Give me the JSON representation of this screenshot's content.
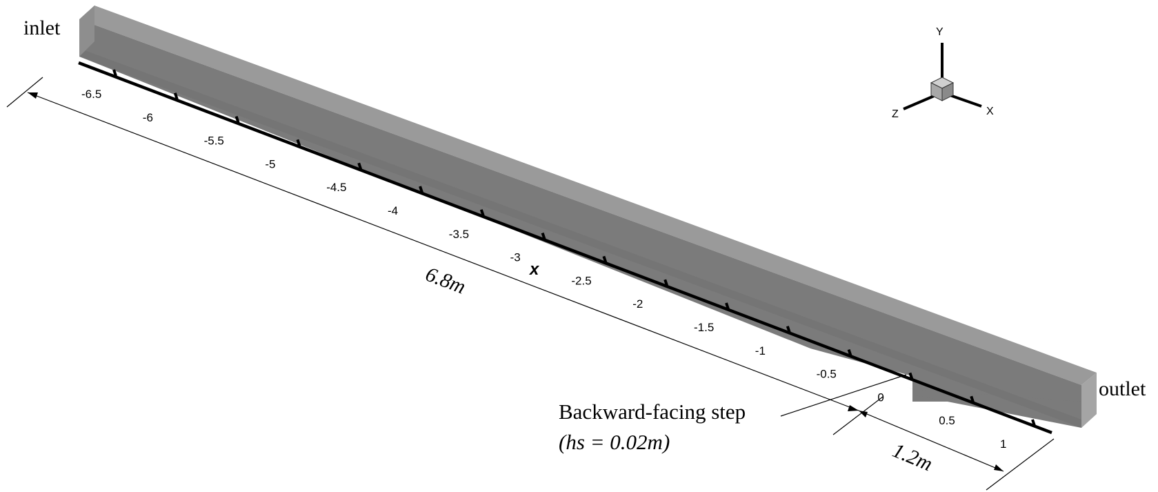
{
  "labels": {
    "inlet": "inlet",
    "outlet": "outlet",
    "length_main": "6.8m",
    "length_down": "1.2m",
    "axis_name": "x",
    "step_title": "Backward-facing step",
    "step_sub": "(hs = 0.02m)"
  },
  "triad": {
    "y": "Y",
    "x": "X",
    "z": "Z"
  },
  "ticks": [
    "-6.5",
    "-6",
    "-5.5",
    "-5",
    "-4.5",
    "-4",
    "-3.5",
    "-3",
    "-2.5",
    "-2",
    "-1.5",
    "-1",
    "-0.5",
    "0",
    "0.5",
    "1"
  ],
  "colors": {
    "top_face": "#9a9a9a",
    "side_face": "#7b7b7b",
    "end_face": "#a5a5a5",
    "axis": "#000000"
  }
}
